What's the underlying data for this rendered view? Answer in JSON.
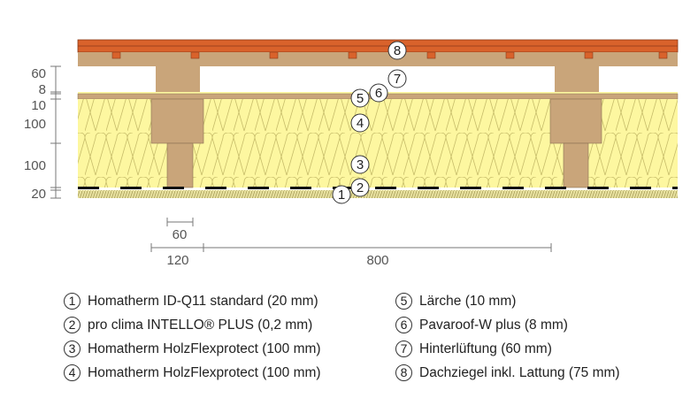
{
  "dimensions": {
    "vertical": [
      "60",
      "8",
      "10",
      "100",
      "100",
      "20"
    ],
    "horizontal": {
      "batten_width": "60",
      "rafter_width": "120",
      "spacing": "800"
    }
  },
  "markers": [
    "1",
    "2",
    "3",
    "4",
    "5",
    "6",
    "7",
    "8"
  ],
  "legend": [
    {
      "num": "1",
      "text": "Homatherm ID-Q11 standard (20 mm)"
    },
    {
      "num": "2",
      "text": "pro clima INTELLO® PLUS (0,2 mm)"
    },
    {
      "num": "3",
      "text": "Homatherm HolzFlexprotect (100 mm)"
    },
    {
      "num": "4",
      "text": "Homatherm HolzFlexprotect (100 mm)"
    },
    {
      "num": "5",
      "text": "Lärche (10 mm)"
    },
    {
      "num": "6",
      "text": "Pavaroof-W plus (8 mm)"
    },
    {
      "num": "7",
      "text": "Hinterlüftung (60 mm)"
    },
    {
      "num": "8",
      "text": "Dachziegel inkl. Lattung (75 mm)"
    }
  ],
  "colors": {
    "tile": "#d9622b",
    "wood": "#c9a57a",
    "insulation": "#fdf7a0",
    "membrane": "#111111"
  }
}
